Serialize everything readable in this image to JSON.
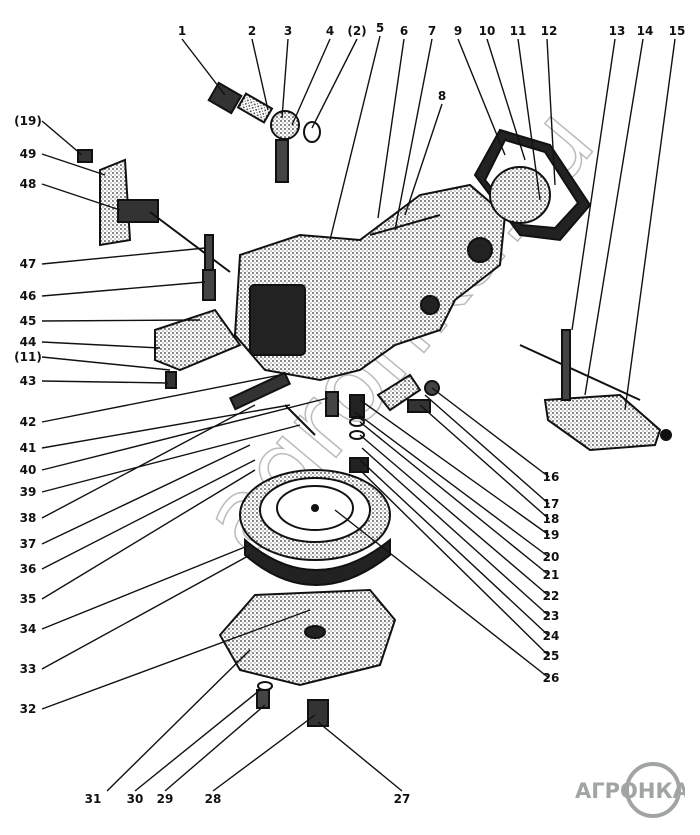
{
  "diagram": {
    "callouts": [
      "1",
      "2",
      "3",
      "4",
      "(2)",
      "5",
      "6",
      "7",
      "9",
      "10",
      "11",
      "12",
      "13",
      "14",
      "15",
      "8",
      "(19)",
      "49",
      "48",
      "47",
      "46",
      "45",
      "44",
      "(11)",
      "43",
      "42",
      "41",
      "40",
      "39",
      "38",
      "37",
      "36",
      "35",
      "34",
      "33",
      "32",
      "31",
      "30",
      "29",
      "28",
      "27",
      "16",
      "17",
      "18",
      "19",
      "20",
      "21",
      "22",
      "23",
      "24",
      "25",
      "26"
    ],
    "watermark": "agronka.ru",
    "logo": "АГРОНКА",
    "colors": {
      "ink": "#111111",
      "shade": "#777777",
      "watermark": "#a0a5a3"
    }
  }
}
